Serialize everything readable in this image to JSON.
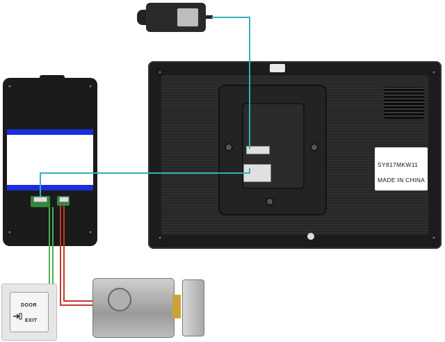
{
  "monitor": {
    "label_model": "SY817MKW11",
    "label_origin": "MADE IN CHINA"
  },
  "exit_button": {
    "line1": "DOOR",
    "line2": "EXIT"
  },
  "colors": {
    "signal_wire": "#2fb1bf",
    "camera_stripe": "#1a2ee0",
    "lock_wire_green": "#4caf50",
    "lock_wire_red": "#c0392b"
  }
}
